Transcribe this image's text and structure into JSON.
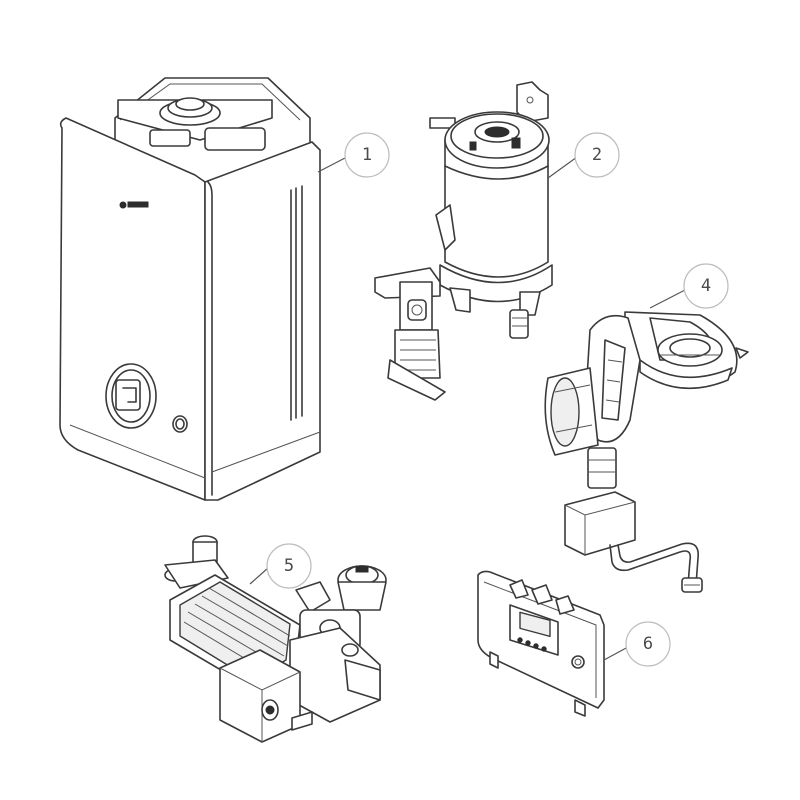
{
  "callouts": [
    {
      "id": "c1",
      "label": "1"
    },
    {
      "id": "c2",
      "label": "2"
    },
    {
      "id": "c4",
      "label": "4"
    },
    {
      "id": "c5",
      "label": "5"
    },
    {
      "id": "c6",
      "label": "6"
    }
  ],
  "colors": {
    "line": "#3a3a3a",
    "callout_ring": "#bdbdbd",
    "callout_text": "#4a4a4a",
    "background": "#ffffff"
  }
}
